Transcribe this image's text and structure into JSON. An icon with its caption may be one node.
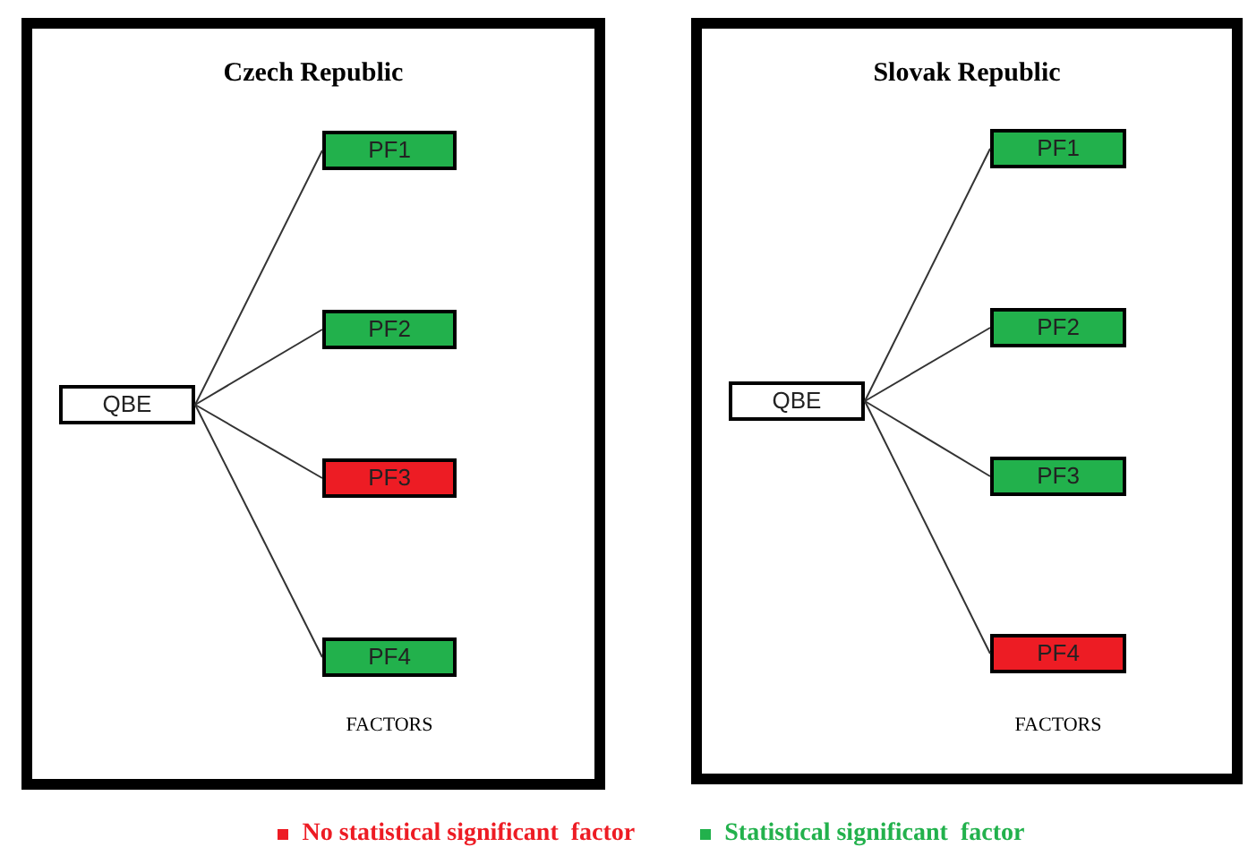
{
  "diagram": {
    "nodes": [
      {
        "text": [
          "Czech Republic",
          "FACTORS"
        ]
      },
      {
        "text": [
          "QBE"
        ],
        "in": 0
      },
      {
        "text": [
          "PF1"
        ],
        "in": 0
      },
      {
        "text": [
          "PF2"
        ],
        "in": 0
      },
      {
        "text": [
          "PF3"
        ],
        "in": 0
      },
      {
        "text": [
          "PF4"
        ],
        "in": 0
      },
      {
        "text": [
          "Slovak Republic",
          "FACTORS"
        ]
      },
      {
        "text": [
          "QBE"
        ],
        "in": 6
      },
      {
        "text": [
          "PF1"
        ],
        "in": 6
      },
      {
        "text": [
          "PF2"
        ],
        "in": 6
      },
      {
        "text": [
          "PF3"
        ],
        "in": 6
      },
      {
        "text": [
          "PF4"
        ],
        "in": 6
      }
    ],
    "edges": [
      {
        "from": 1,
        "to": 2,
        "arrow": "none"
      },
      {
        "from": 1,
        "to": 3,
        "arrow": "none"
      },
      {
        "from": 1,
        "to": 4,
        "arrow": "none"
      },
      {
        "from": 1,
        "to": 5,
        "arrow": "none"
      },
      {
        "from": 7,
        "to": 8,
        "arrow": "none"
      },
      {
        "from": 7,
        "to": 9,
        "arrow": "none"
      },
      {
        "from": 7,
        "to": 10,
        "arrow": "none"
      },
      {
        "from": 7,
        "to": 11,
        "arrow": "none"
      }
    ],
    "legend": [
      {
        "text": "No statistical significant  factor",
        "color": "#ed1c24"
      },
      {
        "text": "Statistical significant  factor",
        "color": "#22b14c"
      }
    ]
  }
}
